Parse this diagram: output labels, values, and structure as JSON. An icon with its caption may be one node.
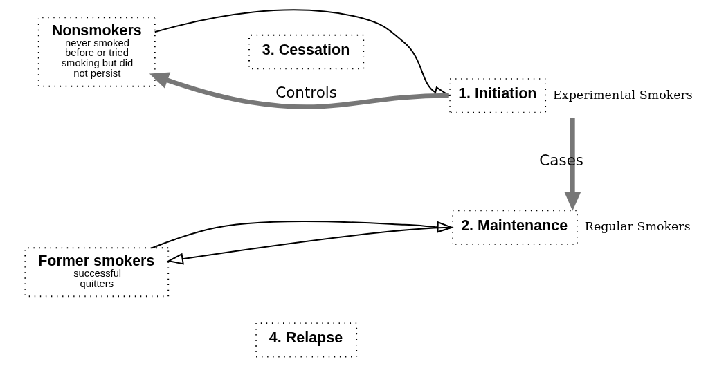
{
  "diagram": {
    "nodes": [
      {
        "text": [
          "Nonsmokers",
          "never smoked before or tried smoking but did not persist"
        ]
      },
      {
        "text": [
          "1. Initiation"
        ],
        "beside": [
          "Experimental Smokers"
        ]
      },
      {
        "text": [
          "2. Maintenance"
        ],
        "beside": [
          "Regular Smokers"
        ]
      },
      {
        "text": [
          "3. Cessation"
        ]
      },
      {
        "text": [
          "4. Relapse"
        ]
      },
      {
        "text": [
          "Former smokers",
          "successful quitters"
        ]
      }
    ],
    "edges": [
      {
        "from": 0,
        "to": 1,
        "arrow": "to"
      },
      {
        "from": 1,
        "to": 0,
        "arrow": "to",
        "label": "Controls",
        "style": "thick",
        "color": "#777777"
      },
      {
        "from": 1,
        "to": 2,
        "arrow": "to",
        "label": "Cases",
        "style": "thick",
        "color": "#777777"
      },
      {
        "from": 2,
        "to": 5,
        "arrow": "to"
      },
      {
        "from": 5,
        "to": 2,
        "arrow": "to"
      }
    ]
  }
}
